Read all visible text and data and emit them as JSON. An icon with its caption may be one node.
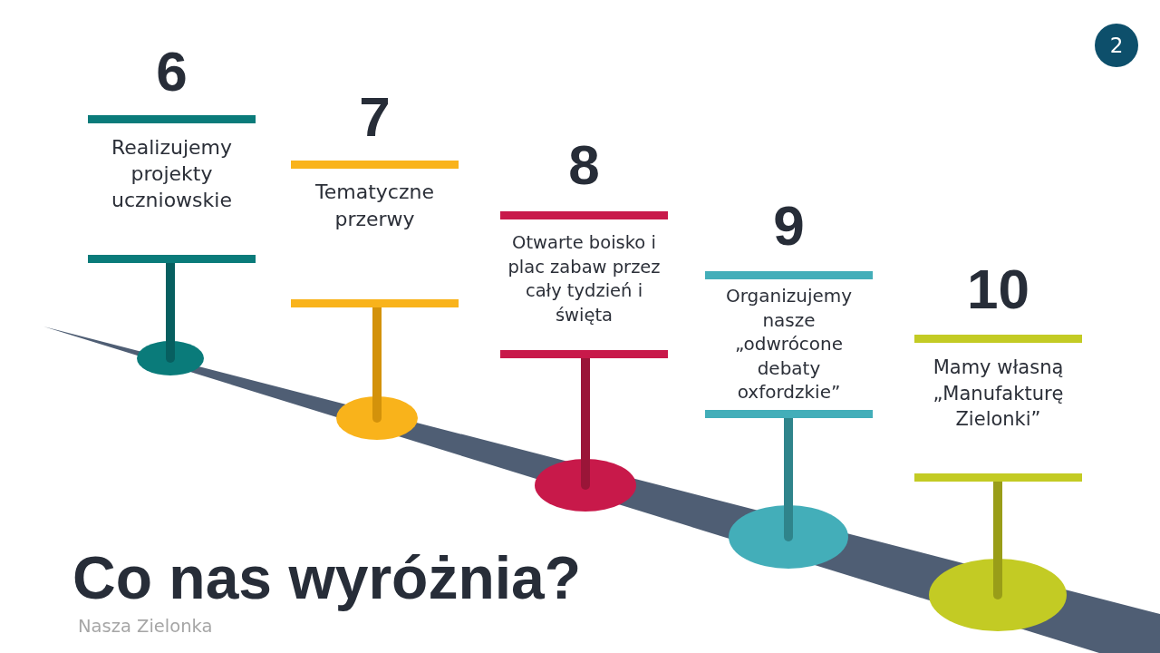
{
  "diagram": {
    "title": "Co nas wyróżnia?",
    "nodes": [
      {
        "text": [
          "6",
          "Realizujemy projekty uczniowskie"
        ]
      },
      {
        "text": [
          "7",
          "Tematyczne przerwy"
        ]
      },
      {
        "text": [
          "8",
          "Otwarte boisko i plac zabaw przez cały tydzień i święta"
        ]
      },
      {
        "text": [
          "9",
          "Organizujemy nasze „odwrócone debaty oxfordzkie”"
        ]
      },
      {
        "text": [
          "10",
          "Mamy własną „Manufakturę Zielonki”"
        ]
      }
    ],
    "labels": [
      "2",
      "Nasza Zielonka"
    ]
  }
}
